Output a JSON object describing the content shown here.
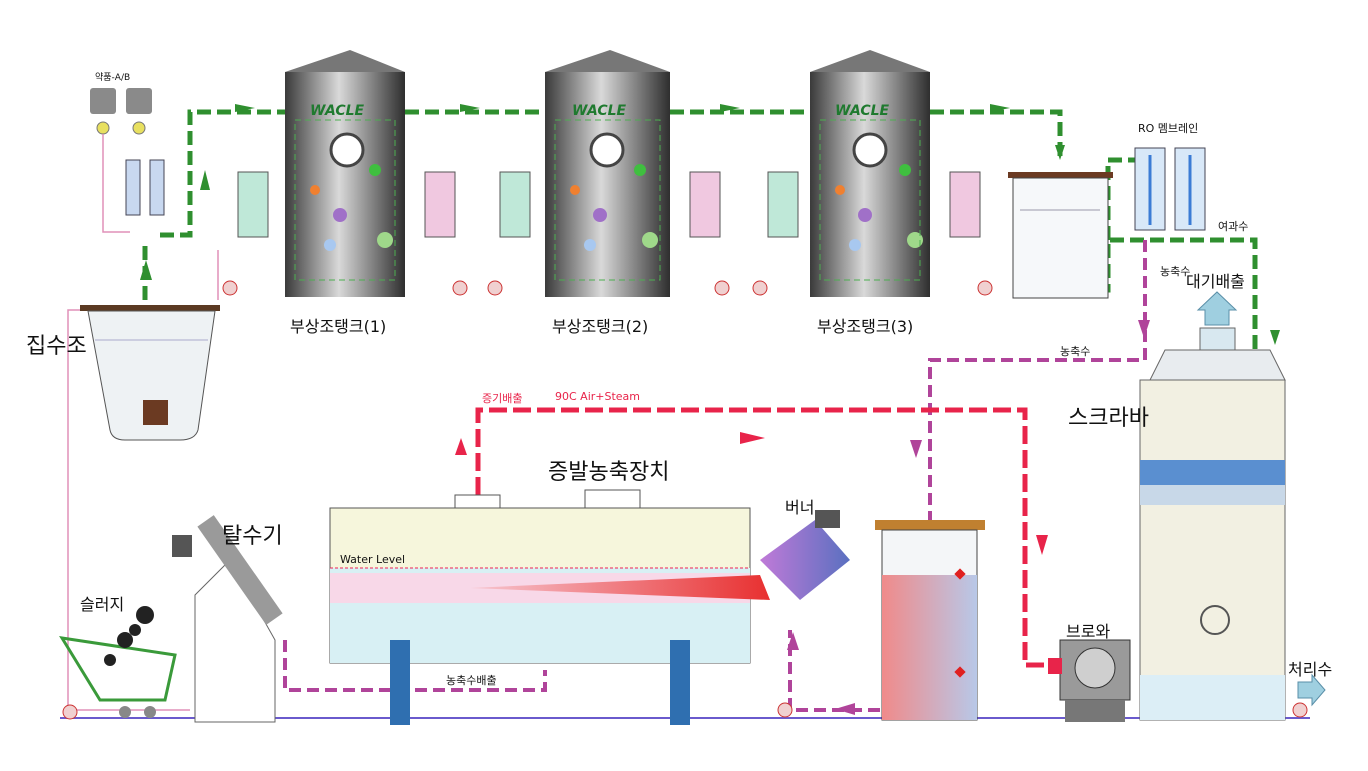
{
  "labels": {
    "chemical": "약품-A/B",
    "collection_tank": "집수조",
    "float_tank_1": "부상조탱크(1)",
    "float_tank_2": "부상조탱크(2)",
    "float_tank_3": "부상조탱크(3)",
    "ro_membrane": "RO 멤브레인",
    "filtrate": "여과수",
    "concentrate_1": "농축수",
    "concentrate_2": "농축수",
    "exhaust_air": "대기배출",
    "scrubber": "스크라바",
    "steam_exhaust": "증기배출",
    "air_steam": "90C Air+Steam",
    "evaporator": "증발농축장치",
    "burner": "버너",
    "dewatering": "탈수기",
    "sludge": "슬러지",
    "water_level": "Water Level",
    "concentrate_discharge": "농축수배출",
    "blower": "브로와",
    "treated_water": "처리수"
  },
  "brand": "WACLE",
  "colors": {
    "green_pipe": "#2f8f2f",
    "magenta_pipe": "#b0449a",
    "red_pipe": "#e8244a",
    "tank_steel": "#6b6b6b"
  }
}
